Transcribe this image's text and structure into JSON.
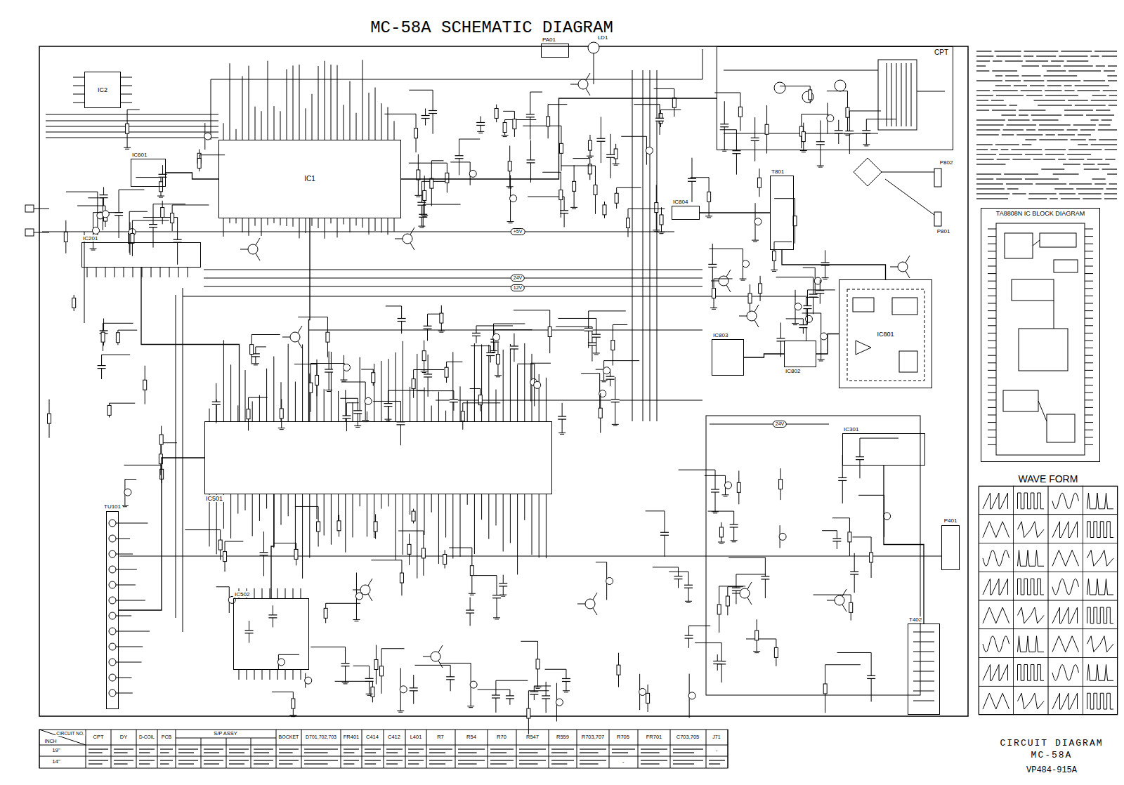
{
  "diagram": {
    "title": "MC-58A SCHEMATIC DIAGRAM",
    "caption": "CIRCUIT DIAGRAM MC-58A",
    "nodes": [
      {
        "text": [
          "CPT"
        ]
      },
      {
        "text": [
          "IC2"
        ]
      },
      {
        "text": [
          "PA01"
        ]
      },
      {
        "text": [
          "IC1"
        ]
      },
      {
        "text": [
          "IC601"
        ]
      },
      {
        "text": [
          "IC201"
        ]
      },
      {
        "text": [
          "IC804"
        ]
      },
      {
        "text": [
          "T801"
        ]
      },
      {
        "text": [
          "IC803"
        ]
      },
      {
        "text": [
          "IC802"
        ]
      },
      {
        "text": [
          "IC801"
        ]
      },
      {
        "text": [
          "TA8808N IC BLOCK DIAGRAM"
        ]
      },
      {
        "text": [
          "IC501"
        ]
      },
      {
        "text": [
          "IC301"
        ]
      },
      {
        "text": [
          "P401"
        ]
      },
      {
        "text": [
          "TU101"
        ]
      },
      {
        "text": [
          "IC502"
        ]
      },
      {
        "text": [
          "T402"
        ]
      },
      {
        "text": [
          "WAVE FORM"
        ]
      }
    ],
    "edges": [
      {
        "from": 4,
        "to": 3,
        "arrow": "none"
      },
      {
        "from": 3,
        "to": 12,
        "arrow": "none"
      },
      {
        "from": 5,
        "to": 12,
        "arrow": "none"
      },
      {
        "from": 15,
        "to": 12,
        "arrow": "none"
      },
      {
        "from": 16,
        "to": 12,
        "arrow": "none"
      },
      {
        "from": 3,
        "to": 0,
        "arrow": "none"
      },
      {
        "from": 6,
        "to": 7,
        "arrow": "none"
      },
      {
        "from": 7,
        "to": 10,
        "arrow": "none"
      },
      {
        "from": 8,
        "to": 9,
        "arrow": "none"
      },
      {
        "from": 9,
        "to": 10,
        "arrow": "none"
      },
      {
        "from": 13,
        "to": 17,
        "arrow": "none"
      }
    ],
    "labels": [
      "LD1",
      "P802",
      "P801",
      "+5V",
      "24V",
      "12V",
      "24V",
      "CIRCUIT NO.",
      "INCH",
      "CPT",
      "DY",
      "D-COIL",
      "PCB",
      "S/P ASSY",
      "BOCKET",
      "D701,702,703",
      "FR401",
      "C414",
      "C412",
      "L401",
      "R7",
      "R54",
      "R70",
      "R547",
      "R559",
      "R703,707",
      "R705",
      "FR701",
      "C703,705",
      "J71",
      "19\"",
      "14\"",
      "-",
      "-",
      "VP484-915A"
    ]
  }
}
